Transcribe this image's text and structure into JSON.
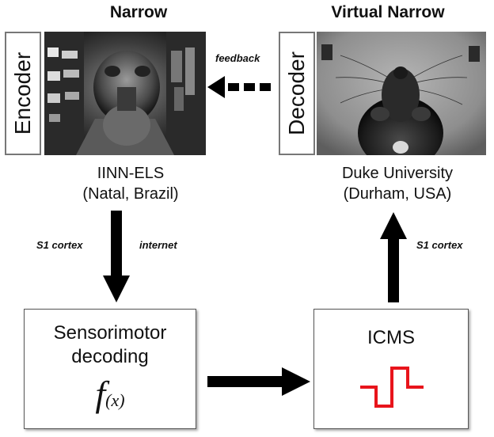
{
  "left": {
    "title": "Narrow",
    "side_label": "Encoder",
    "caption_line1": "IINN-ELS",
    "caption_line2": "(Natal, Brazil)"
  },
  "right": {
    "title": "Virtual Narrow",
    "side_label": "Decoder",
    "caption_line1": "Duke University",
    "caption_line2": "(Durham, USA)"
  },
  "arrows": {
    "feedback_label": "feedback",
    "left_down_label": "S1 cortex",
    "internet_label": "internet",
    "right_up_label": "S1 cortex"
  },
  "boxes": {
    "sensorimotor": {
      "line1": "Sensorimotor",
      "line2": "decoding",
      "formula_f": "f",
      "formula_x": "(x)"
    },
    "icms": {
      "label": "ICMS",
      "pulse_color": "#e8141b"
    }
  }
}
